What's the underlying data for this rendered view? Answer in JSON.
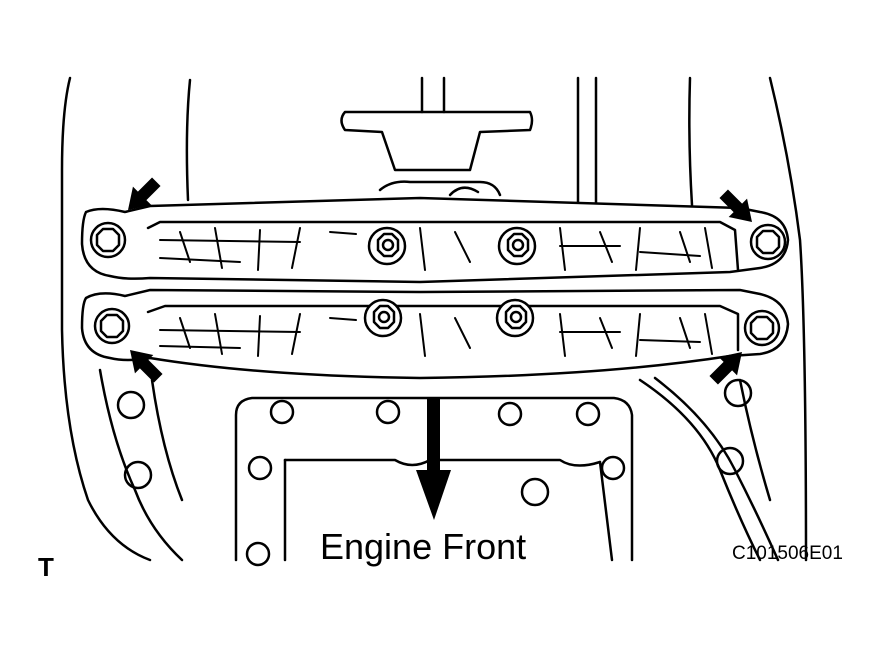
{
  "labels": {
    "direction": "Engine Front",
    "figure_id": "C101506E01",
    "mark": "T"
  },
  "icons": {
    "pointer_arrows": "pointer-arrow-icon",
    "front_arrow": "down-arrow-icon"
  },
  "colors": {
    "line": "#000000",
    "background": "#ffffff"
  }
}
